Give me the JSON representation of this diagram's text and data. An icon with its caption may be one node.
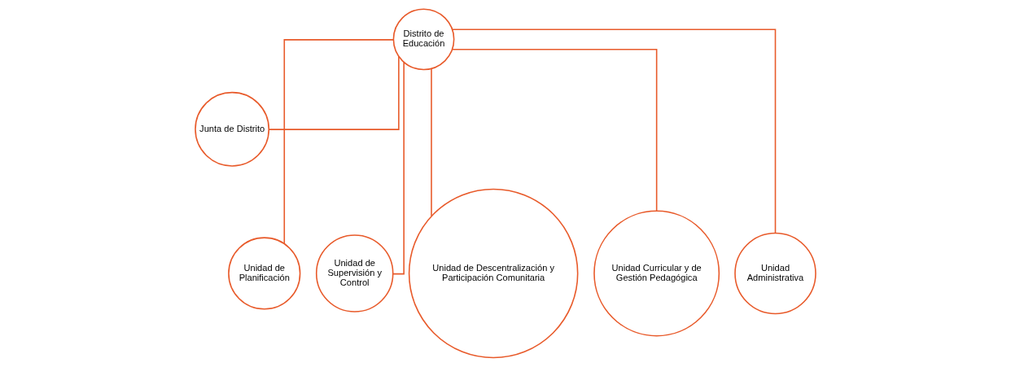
{
  "diagram": {
    "nodes": [
      {
        "text": [
          "Distrito de Educación"
        ]
      },
      {
        "text": [
          "Junta de Distrito"
        ]
      },
      {
        "text": [
          "Unidad de Planificación"
        ]
      },
      {
        "text": [
          "Unidad de Supervisión y Control"
        ]
      },
      {
        "text": [
          "Unidad de Descentralización y Participación Comunitaria"
        ]
      },
      {
        "text": [
          "Unidad Curricular y de Gestión Pedagógica"
        ]
      },
      {
        "text": [
          "Unidad Administrativa"
        ]
      }
    ],
    "edges": [
      {
        "from": 0,
        "to": 1,
        "arrow": "none"
      },
      {
        "from": 0,
        "to": 2,
        "arrow": "none"
      },
      {
        "from": 0,
        "to": 3,
        "arrow": "none"
      },
      {
        "from": 0,
        "to": 4,
        "arrow": "none"
      },
      {
        "from": 0,
        "to": 5,
        "arrow": "none"
      },
      {
        "from": 0,
        "to": 6,
        "arrow": "none"
      }
    ]
  }
}
